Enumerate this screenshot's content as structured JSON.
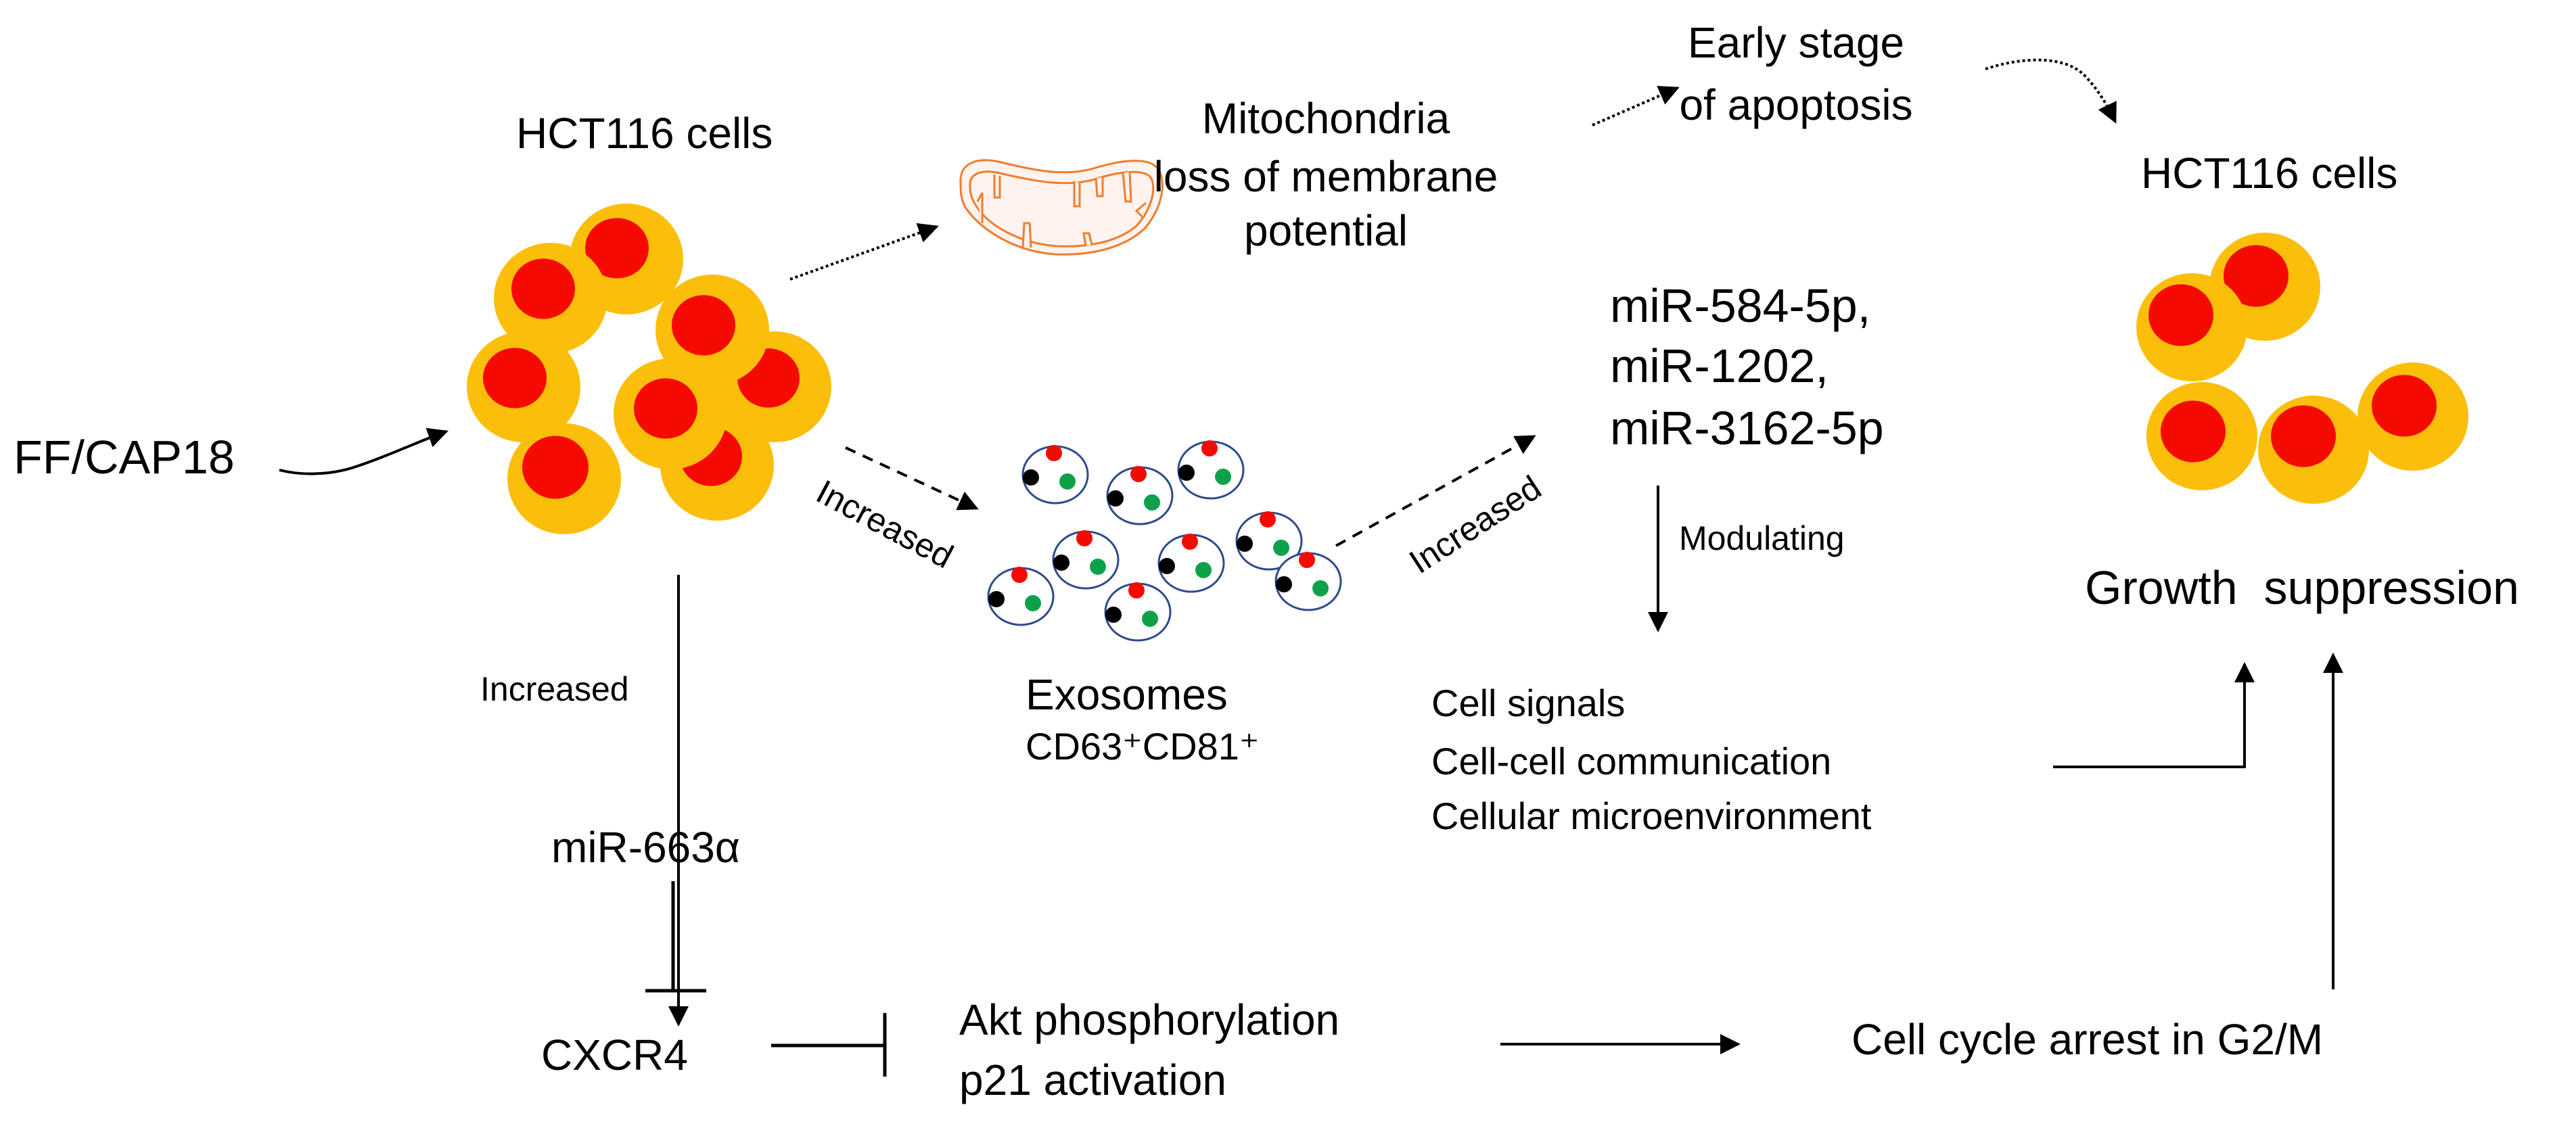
{
  "diagram": {
    "colors": {
      "cell_cytoplasm": "#FBBF0B",
      "cell_nucleus": "#F50A00",
      "mitochondria_stroke": "#EE7D2E",
      "mitochondria_fill": "#FEF3EE",
      "exosome_stroke": "#2F4A8C",
      "marker_red": "#F50A00",
      "marker_black": "#000000",
      "marker_green": "#0DA24A",
      "line": "#000000"
    },
    "nodes": {
      "treatment": "FF/CAP18",
      "hct116_left": "HCT116 cells",
      "hct116_right": "HCT116 cells",
      "mitochondria": [
        "Mitochondria",
        "loss of membrane",
        "potential"
      ],
      "apoptosis": [
        "Early stage",
        "of apoptosis"
      ],
      "exosomes_title": "Exosomes",
      "exosomes_markers": "CD63⁺CD81⁺",
      "mirnas": [
        "miR-584-5p,",
        "miR-1202,",
        "miR-3162-5p"
      ],
      "modulated_processes": [
        "Cell signals",
        "Cell-cell communication",
        "Cellular microenvironment"
      ],
      "growth": "Growth  suppression",
      "mir663": "miR-663α",
      "cxcr4": "CXCR4",
      "akt": [
        "Akt phosphorylation",
        "p21 activation"
      ],
      "cell_cycle": "Cell cycle arrest in G2/M"
    },
    "edge_labels": {
      "cells_to_exosomes": "Increased",
      "exosomes_to_mirnas": "Increased",
      "cells_to_mir663": "Increased",
      "mirnas_to_processes": "Modulating"
    },
    "edges": [
      {
        "from": "FF/CAP18",
        "to": "HCT116 cells",
        "type": "activation",
        "style": "solid-curved"
      },
      {
        "from": "HCT116 cells",
        "to": "Mitochondria",
        "type": "activation",
        "style": "dotted"
      },
      {
        "from": "Mitochondria",
        "to": "Early stage of apoptosis",
        "type": "activation",
        "style": "dotted"
      },
      {
        "from": "Early stage of apoptosis",
        "to": "HCT116 cells (right)",
        "type": "activation",
        "style": "dotted-curved"
      },
      {
        "from": "HCT116 cells",
        "to": "Exosomes",
        "type": "activation",
        "style": "dashed",
        "label": "Increased"
      },
      {
        "from": "Exosomes",
        "to": "miRNAs",
        "type": "activation",
        "style": "dashed",
        "label": "Increased"
      },
      {
        "from": "miRNAs",
        "to": "Cell processes",
        "type": "activation",
        "style": "solid",
        "label": "Modulating"
      },
      {
        "from": "Cell processes",
        "to": "Growth suppression",
        "type": "activation",
        "style": "solid-elbow"
      },
      {
        "from": "HCT116 cells",
        "to": "miR-663α",
        "type": "activation",
        "style": "solid",
        "label": "Increased"
      },
      {
        "from": "miR-663α",
        "to": "CXCR4",
        "type": "inhibition",
        "style": "solid"
      },
      {
        "from": "CXCR4",
        "to": "Akt phosphorylation / p21 activation",
        "type": "inhibition",
        "style": "solid"
      },
      {
        "from": "Akt phosphorylation / p21 activation",
        "to": "Cell cycle arrest in G2/M",
        "type": "activation",
        "style": "solid"
      },
      {
        "from": "Cell cycle arrest in G2/M",
        "to": "Growth suppression",
        "type": "activation",
        "style": "solid"
      }
    ],
    "exosome_count": 9,
    "left_cell_count": 8,
    "right_cell_count": 5
  }
}
